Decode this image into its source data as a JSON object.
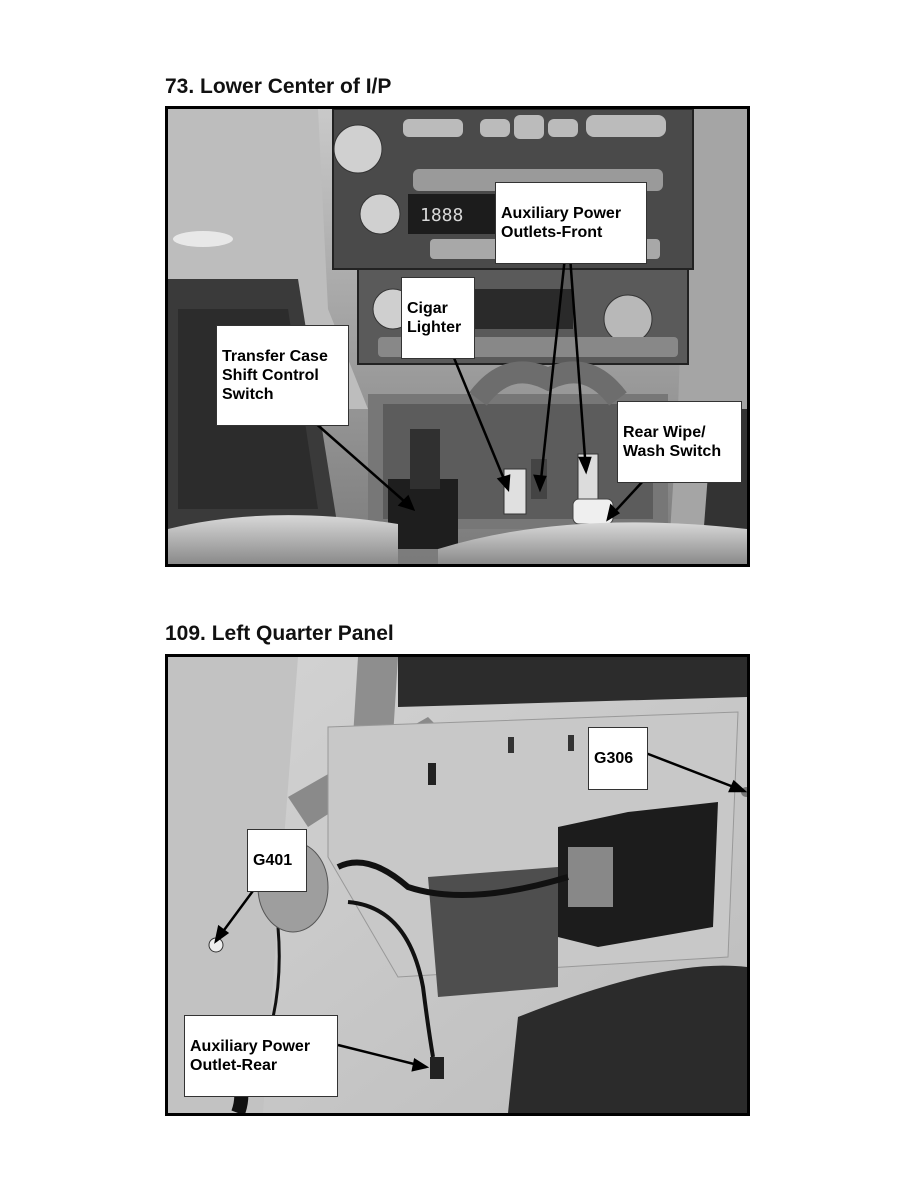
{
  "figures": [
    {
      "title": "73. Lower Center of I/P",
      "labels": {
        "aux_front": [
          "Auxiliary Power",
          "Outlets-Front"
        ],
        "cigar": [
          "Cigar",
          "Lighter"
        ],
        "transfer": [
          "Transfer Case",
          "Shift Control",
          "Switch"
        ],
        "rear_wipe": [
          "Rear Wipe/",
          "Wash Switch"
        ]
      }
    },
    {
      "title": "109. Left Quarter Panel",
      "labels": {
        "g306": [
          "G306"
        ],
        "g401": [
          "G401"
        ],
        "aux_rear": [
          "Auxiliary Power",
          "Outlet-Rear"
        ]
      }
    }
  ],
  "radio_display": "1888"
}
